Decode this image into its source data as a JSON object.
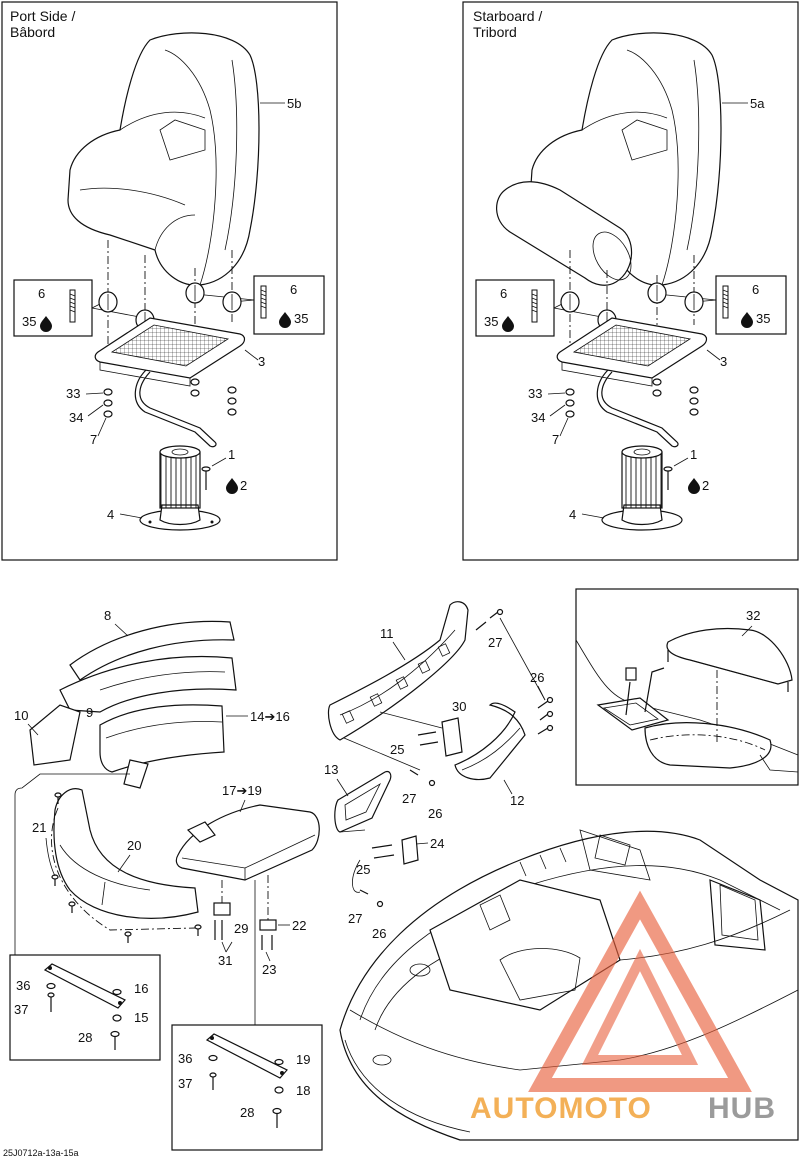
{
  "panels": {
    "port": {
      "title_line1": "Port Side /",
      "title_line2": "Bâbord"
    },
    "starboard": {
      "title_line1": "Starboard /",
      "title_line2": "Tribord"
    }
  },
  "port_labels": {
    "seat": "5b",
    "stud_left": "6",
    "loctite_left": "35",
    "stud_right": "6",
    "loctite_right": "35",
    "plate": "3",
    "nut_33": "33",
    "washer_34": "34",
    "lever": "7",
    "screw": "1",
    "loctite_2": "2",
    "base": "4"
  },
  "starboard_labels": {
    "seat": "5a",
    "stud_left": "6",
    "loctite_left": "35",
    "stud_right": "6",
    "loctite_right": "35",
    "plate": "3",
    "nut_33": "33",
    "washer_34": "34",
    "lever": "7",
    "screw": "1",
    "loctite_2": "2",
    "base": "4"
  },
  "lower_labels": {
    "l8": "8",
    "l9": "9",
    "l10": "10",
    "l14_16": "14➔16",
    "l11": "11",
    "l27a": "27",
    "l26a": "26",
    "l30": "30",
    "l25a": "25",
    "l12": "12",
    "l13": "13",
    "l27b": "27",
    "l26b": "26",
    "l24": "24",
    "l25b": "25",
    "l27c": "27",
    "l26c": "26",
    "l21": "21",
    "l20": "20",
    "l17_19": "17➔19",
    "l29": "29",
    "l22": "22",
    "l31": "31",
    "l23": "23",
    "l32": "32"
  },
  "detail_left": {
    "l36": "36",
    "l16": "16",
    "l37": "37",
    "l15": "15",
    "l28": "28"
  },
  "detail_right": {
    "l36": "36",
    "l19": "19",
    "l37": "37",
    "l18": "18",
    "l28": "28"
  },
  "watermark": {
    "part1": "AUTOMOTO",
    "part2": "HUB"
  },
  "reference": "25J0712a-13a-15a",
  "colors": {
    "watermark_red": "#e8603c",
    "watermark_orange": "#f2a33a",
    "watermark_gray": "#8a8a8a"
  },
  "icons": {
    "loctite": "drop-icon"
  }
}
